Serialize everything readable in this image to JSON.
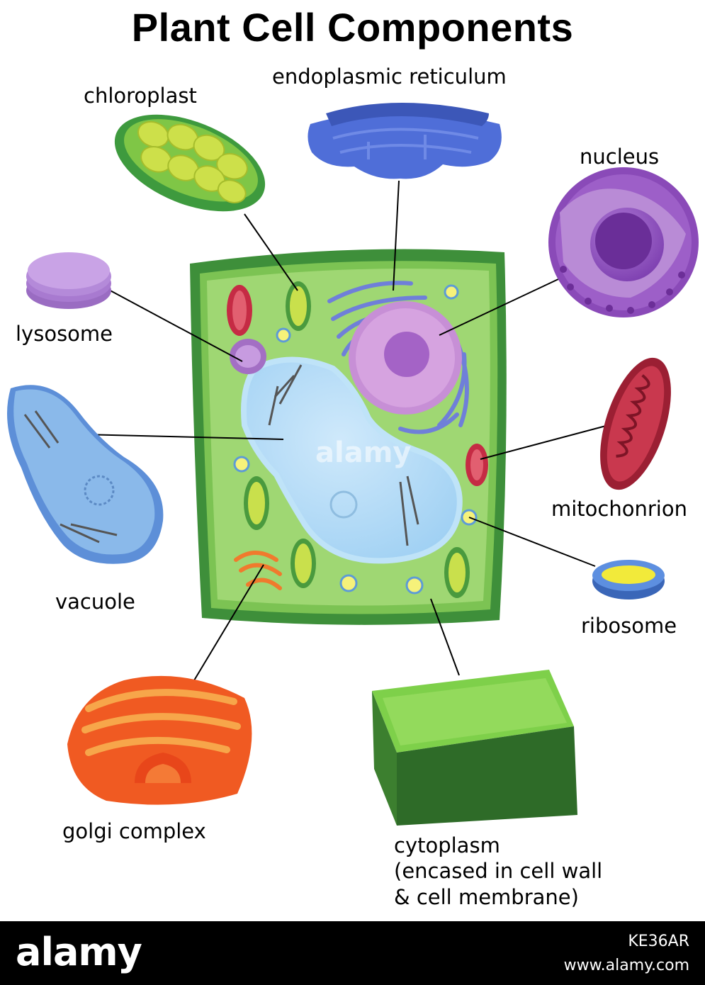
{
  "title": "Plant Cell Components",
  "labels": {
    "chloroplast": "chloroplast",
    "endoplasmic_reticulum": "endoplasmic reticulum",
    "nucleus": "nucleus",
    "lysosome": "lysosome",
    "vacuole": "vacuole",
    "mitochondrion": "mitochonrion",
    "ribosome": "ribosome",
    "golgi_complex": "golgi complex",
    "cytoplasm_line1": "cytoplasm",
    "cytoplasm_line2": "(encased in cell wall",
    "cytoplasm_line3": "& cell membrane)"
  },
  "watermark": "alamy",
  "footer": {
    "brand": "alamy",
    "image_id": "KE36AR",
    "url": "www.alamy.com"
  }
}
